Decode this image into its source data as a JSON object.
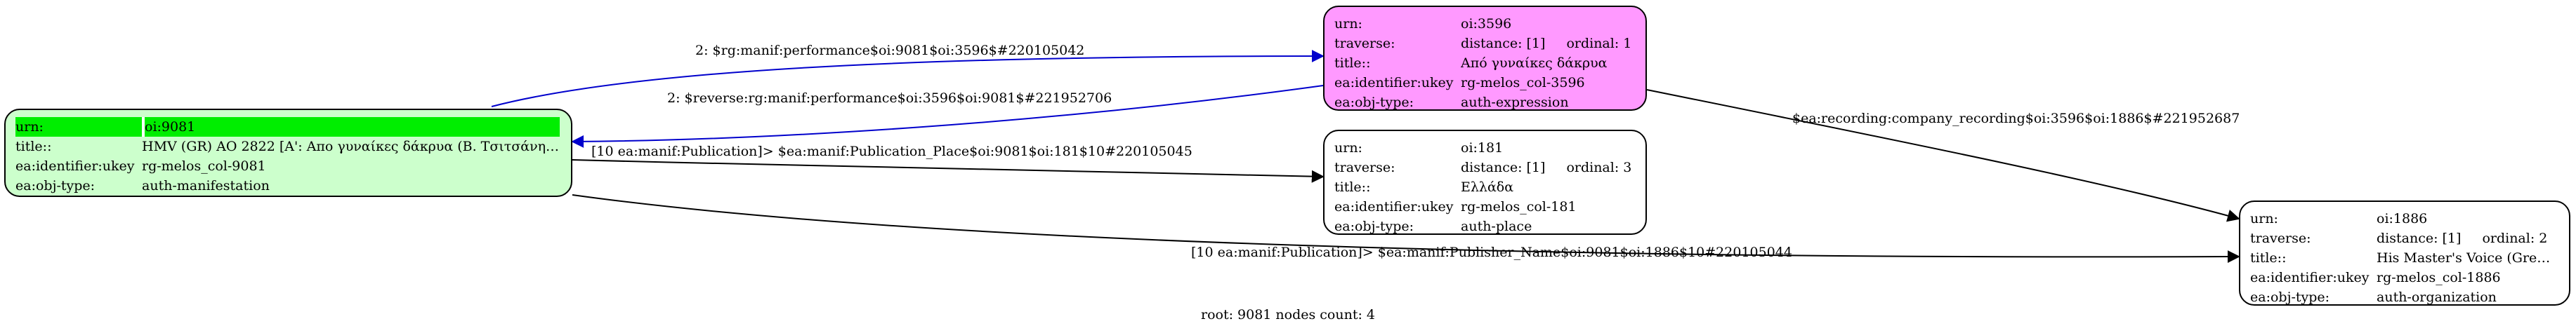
{
  "nodes": {
    "root": {
      "fill": "#ccffcc",
      "rows": [
        {
          "key": "urn:",
          "val": "oi:9081"
        },
        {
          "key": "title::",
          "val": "HMV (GR) AO 2822 [Α': Απο γυναίκες δάκρυα (Β. Τσιτσάνη) / ..."
        },
        {
          "key": "ea:identifier:ukey",
          "val": "rg-melos_col-9081"
        },
        {
          "key": "ea:obj-type:",
          "val": "auth-manifestation"
        }
      ]
    },
    "expr": {
      "fill": "#ff99ff",
      "rows": [
        {
          "key": "urn:",
          "val": "oi:3596"
        },
        {
          "key": "traverse:",
          "val": "distance: [1]",
          "extra": "ordinal: 1"
        },
        {
          "key": "title::",
          "val": "Από γυναίκες δάκρυα"
        },
        {
          "key": "ea:identifier:ukey",
          "val": "rg-melos_col-3596"
        },
        {
          "key": "ea:obj-type:",
          "val": "auth-expression"
        }
      ]
    },
    "place": {
      "fill": "#ffffff",
      "rows": [
        {
          "key": "urn:",
          "val": "oi:181"
        },
        {
          "key": "traverse:",
          "val": "distance: [1]",
          "extra": "ordinal: 3"
        },
        {
          "key": "title::",
          "val": "Ελλάδα"
        },
        {
          "key": "ea:identifier:ukey",
          "val": "rg-melos_col-181"
        },
        {
          "key": "ea:obj-type:",
          "val": "auth-place"
        }
      ]
    },
    "org": {
      "fill": "#ffffff",
      "rows": [
        {
          "key": "urn:",
          "val": "oi:1886"
        },
        {
          "key": "traverse:",
          "val": "distance: [1]",
          "extra": "ordinal: 2"
        },
        {
          "key": "title::",
          "val": "His Master's Voice (Greece)"
        },
        {
          "key": "ea:identifier:ukey",
          "val": "rg-melos_col-1886"
        },
        {
          "key": "ea:obj-type:",
          "val": "auth-organization"
        }
      ]
    }
  },
  "edges": {
    "performance": "2: $rg:manif:performance$oi:9081$oi:3596$#220105042",
    "reverse": "2: $reverse:rg:manif:performance$oi:3596$oi:9081$#221952706",
    "recording": "$ea:recording:company_recording$oi:3596$oi:1886$#221952687",
    "place": "[10 ea:manif:Publication]> $ea:manif:Publication_Place$oi:9081$oi:181$10#220105045",
    "publisher": "[10 ea:manif:Publication]> $ea:manif:Publisher_Name$oi:9081$oi:1886$10#220105044"
  },
  "colors": {
    "blue_edge": "#0000cc",
    "black_edge": "#000000",
    "root_highlight": "#00ee00"
  },
  "footer": "root: 9081 nodes count: 4"
}
